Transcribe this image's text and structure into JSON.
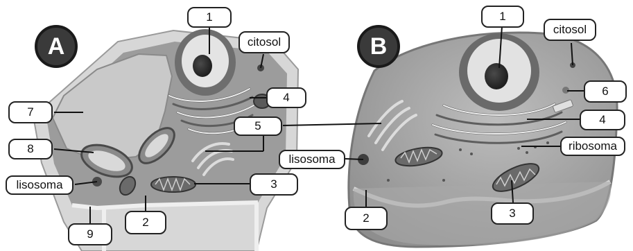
{
  "panel_a": {
    "badge": "A",
    "labels": {
      "n1": "1",
      "citosol": "citosol",
      "n4": "4",
      "n7": "7",
      "n5": "5",
      "n8": "8",
      "lisosoma": "lisosoma",
      "n3": "3",
      "n2": "2",
      "n9": "9"
    }
  },
  "panel_b": {
    "badge": "B",
    "labels": {
      "n1": "1",
      "citosol": "citosol",
      "n6": "6",
      "n4": "4",
      "lisosoma": "lisosoma",
      "ribosoma": "ribosoma",
      "n2": "2",
      "n3": "3"
    }
  }
}
